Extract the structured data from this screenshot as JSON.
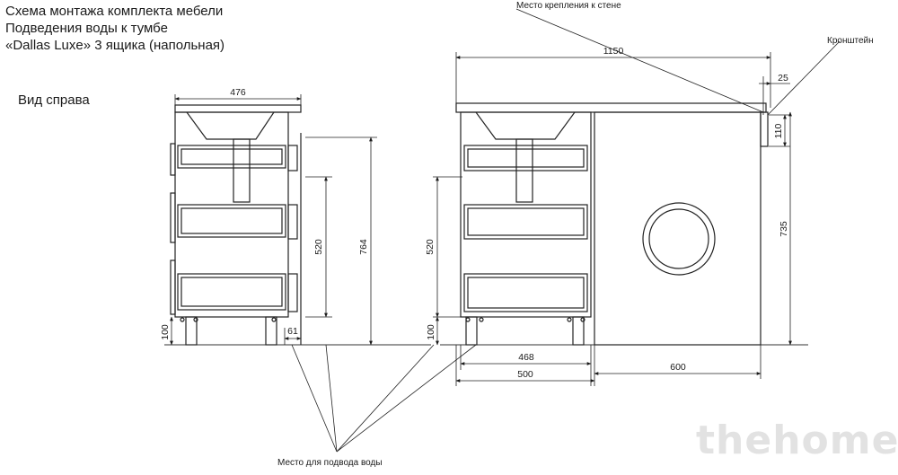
{
  "title": {
    "line1": "Схема монтажа комплекта мебели",
    "line2": "Подведения воды к тумбе",
    "line3": "«Dallas Luxe» 3 ящика (напольная)"
  },
  "side_view_label": "Вид справа",
  "dimensions": {
    "side_width": "476",
    "side_height_520": "520",
    "side_height_764": "764",
    "side_leg_100": "100",
    "side_offset_61": "61",
    "front_total_width": "1150",
    "front_bracket_25": "25",
    "front_bracket_110": "110",
    "front_height_735": "735",
    "front_height_520": "520",
    "front_leg_100": "100",
    "front_inner_468": "468",
    "front_cabinet_500": "500",
    "front_space_600": "600"
  },
  "annotations": {
    "wall_mount": "Место крепления к стене",
    "bracket": "Кронштейн",
    "water_supply": "Место для подвода воды"
  },
  "watermark": "thehome"
}
